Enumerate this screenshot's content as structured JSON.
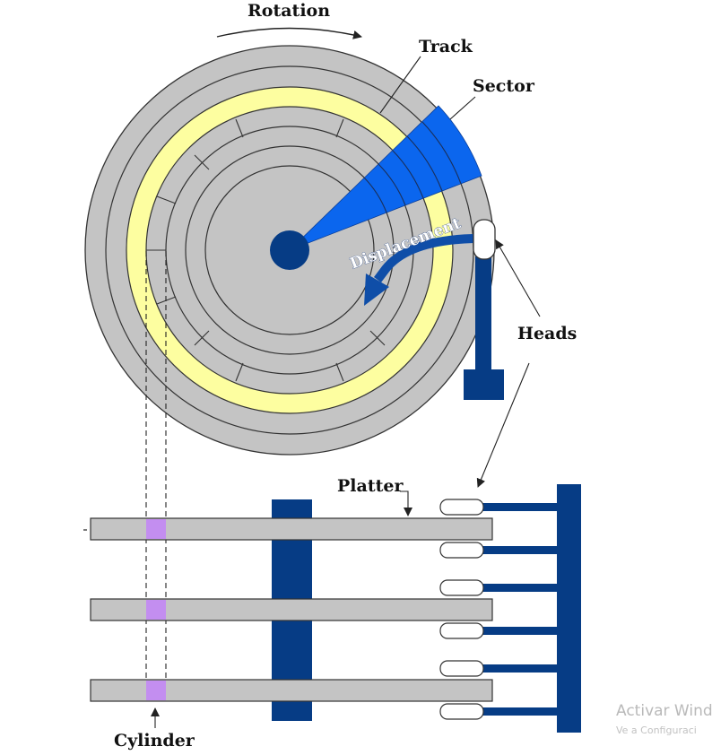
{
  "labels": {
    "rotation": "Rotation",
    "track": "Track",
    "sector": "Sector",
    "displacement": "Displacement",
    "heads": "Heads",
    "platter": "Platter",
    "cylinder": "Cylinder"
  },
  "watermark": {
    "line1": "Activar Wind",
    "line2": "Ve a Configuraci"
  },
  "colors": {
    "platter_gray": "#c4c4c4",
    "track_yellow": "#fdfea0",
    "sector_blue": "#0b66ee",
    "hub_navy": "#063c85",
    "cylinder_violet": "#c38ef0",
    "outline": "#333333"
  }
}
